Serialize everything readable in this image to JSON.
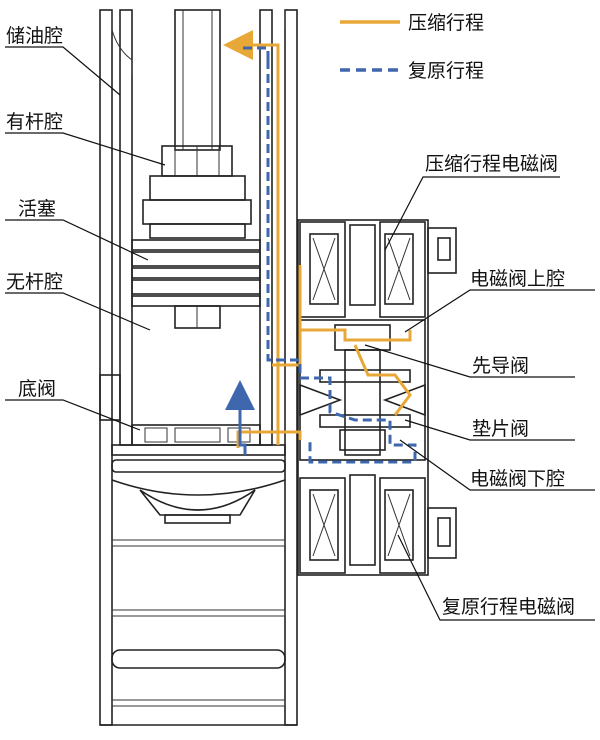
{
  "legend": {
    "compression": "压缩行程",
    "rebound": "复原行程"
  },
  "labels": {
    "oil_chamber": "储油腔",
    "rod_chamber": "有杆腔",
    "piston": "活塞",
    "rodless_chamber": "无杆腔",
    "base_valve": "底阀",
    "compression_solenoid": "压缩行程电磁阀",
    "solenoid_upper_chamber": "电磁阀上腔",
    "pilot_valve": "先导阀",
    "shim_valve": "垫片阀",
    "solenoid_lower_chamber": "电磁阀下腔",
    "rebound_solenoid": "复原行程电磁阀"
  },
  "colors": {
    "compression_path": "#e8a838",
    "rebound_path": "#3f67ad",
    "outline": "#222222",
    "hatch": "#555555"
  }
}
